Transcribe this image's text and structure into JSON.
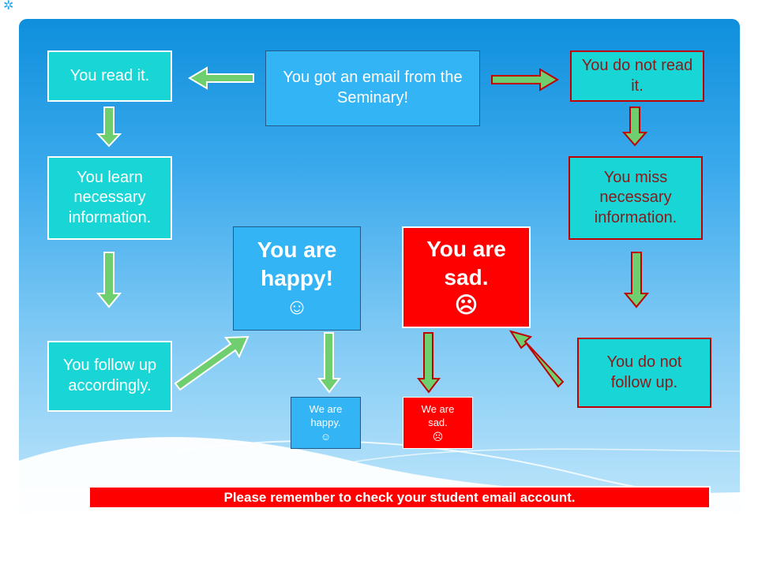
{
  "corner_glyph": "✲",
  "boxes": {
    "start": "You got an email from the Seminary!",
    "read_it": "You read it.",
    "learn": "You learn necessary information.",
    "follow_up": "You follow up accordingly.",
    "not_read": "You do not read it.",
    "miss": "You miss necessary information.",
    "not_follow": "You do not follow up.",
    "happy_line1": "You are",
    "happy_line2": "happy!",
    "happy_face": "☺",
    "sad_line1": "You are",
    "sad_line2": "sad.",
    "sad_face": "☹",
    "we_happy_line1": "We are",
    "we_happy_line2": "happy.",
    "we_happy_face": "☺",
    "we_sad_line1": "We are",
    "we_sad_line2": "sad.",
    "we_sad_face": "☹"
  },
  "footer": "Please remember  to check your student email account.",
  "colors": {
    "teal": "#18d6d6",
    "blue": "#33b4f5",
    "red": "#ff0000",
    "arrow_fill": "#6fcf6f",
    "arrow_border_red": "#c00000"
  },
  "icons": {
    "arrow": "arrow-icon",
    "happy_face": "smiley-icon",
    "sad_face": "frown-icon"
  }
}
